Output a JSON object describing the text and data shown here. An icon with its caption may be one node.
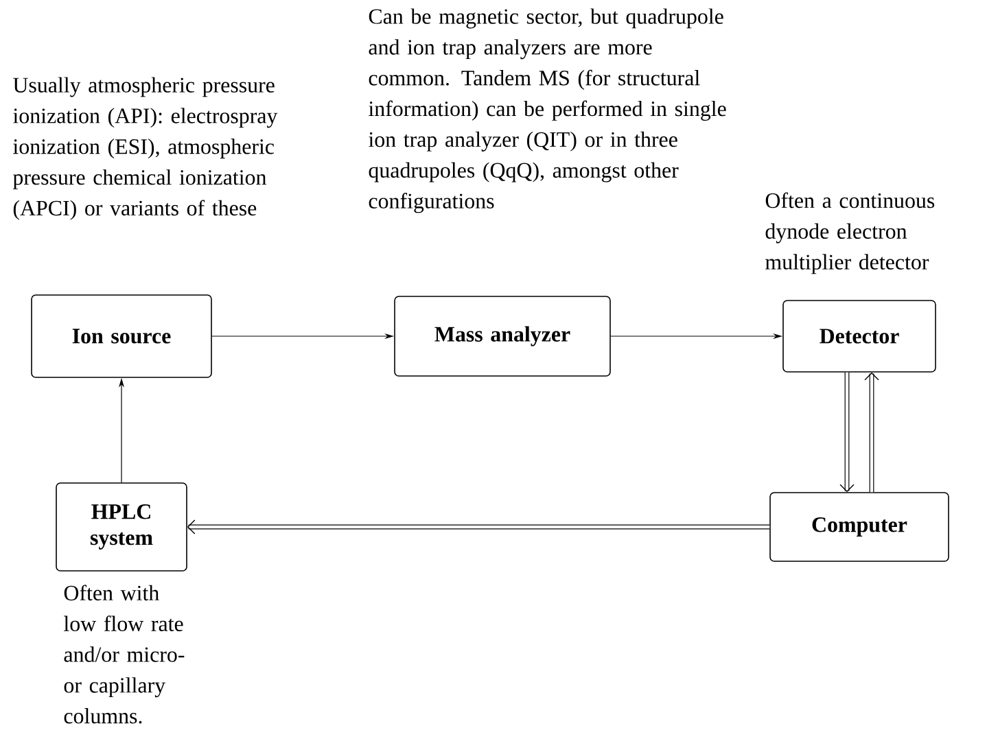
{
  "diagram": {
    "nodes": [
      {
        "text": [
          "Ion source"
        ],
        "beside": [
          "Usually atmospheric pressure ionization (API): electrospray ionization (ESI), atmospheric pressure chemical ionization (APCI) or variants of these"
        ]
      },
      {
        "text": [
          "Mass analyzer"
        ],
        "beside": [
          "Can be magnetic sector, but quadrupole and ion trap analyzers are more common. Tandem MS (for structural information) can be performed in single ion trap analyzer (QIT) or in three quadrupoles (QqQ), amongst other configurations"
        ]
      },
      {
        "text": [
          "Detector"
        ],
        "beside": [
          "Often a continuous dynode electron multiplier detector"
        ]
      },
      {
        "text": [
          "HPLC system"
        ],
        "beside": [
          "Often with low flow rate and/or micro- or capillary columns."
        ]
      },
      {
        "text": [
          "Computer"
        ]
      }
    ],
    "edges": [
      {
        "from": 0,
        "to": 1,
        "arrow": "to"
      },
      {
        "from": 1,
        "to": 2,
        "arrow": "to"
      },
      {
        "from": 2,
        "to": 4,
        "arrow": "to",
        "style": "thick"
      },
      {
        "from": 4,
        "to": 2,
        "arrow": "to",
        "style": "thick"
      },
      {
        "from": 4,
        "to": 3,
        "arrow": "to",
        "style": "thick"
      },
      {
        "from": 3,
        "to": 0,
        "arrow": "to"
      }
    ]
  }
}
